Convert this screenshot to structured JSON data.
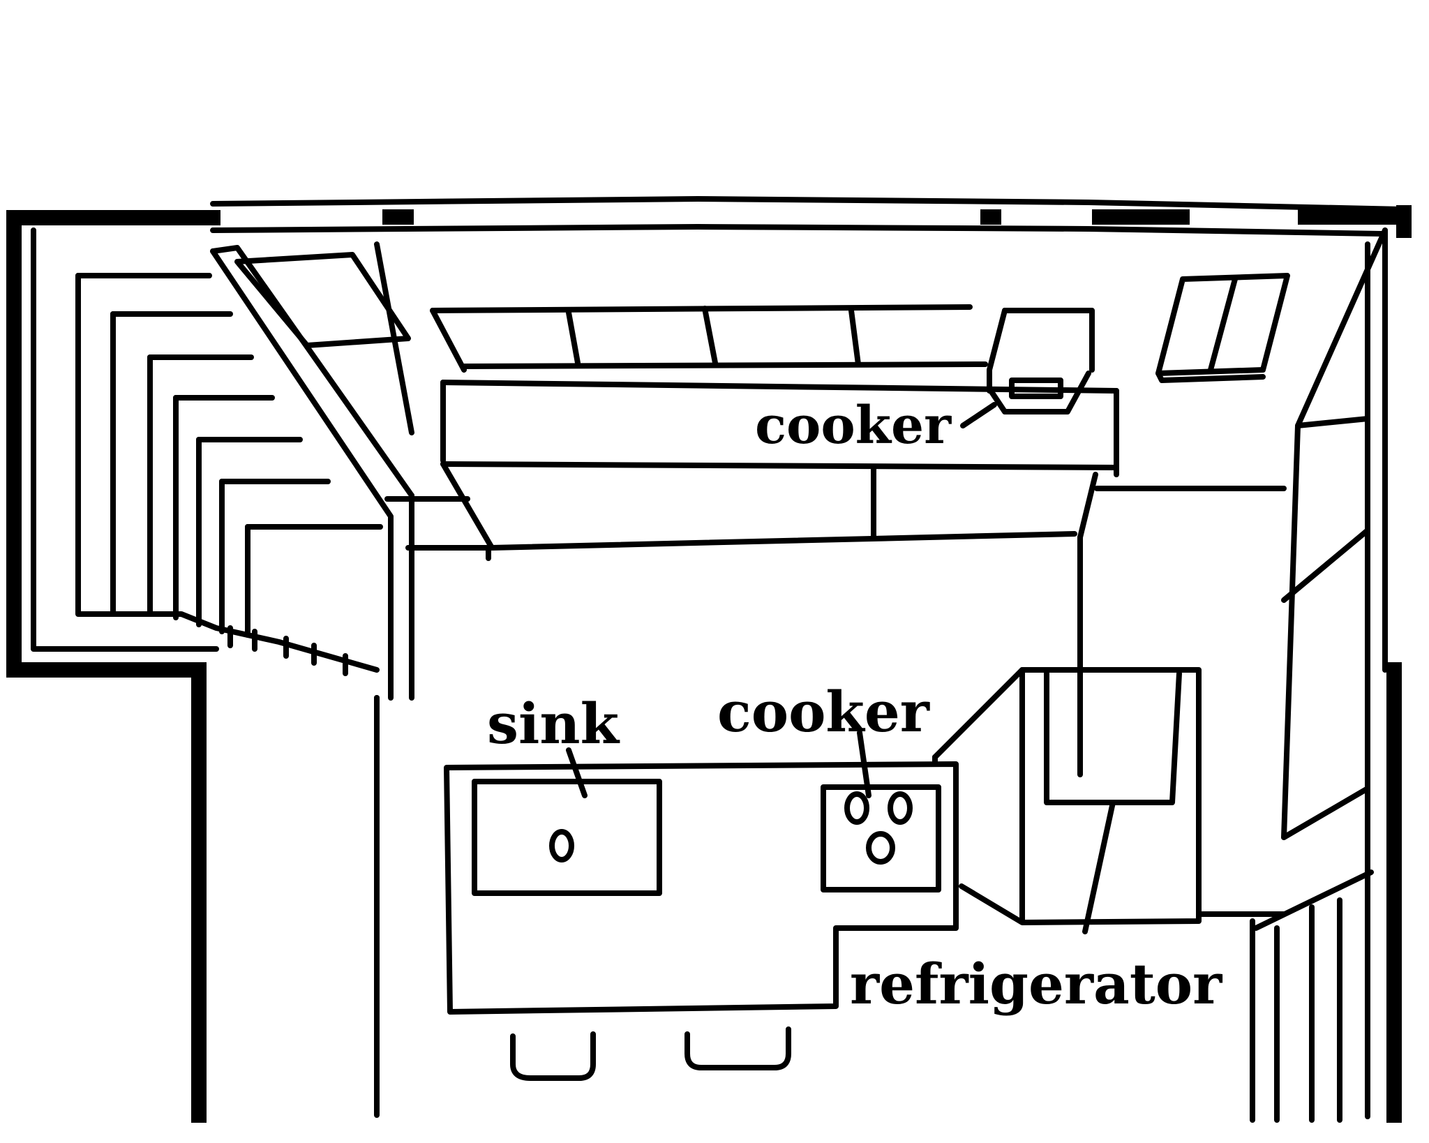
{
  "diagram": {
    "title": "",
    "labels": {
      "cooker_back": "cooker",
      "sink": "sink",
      "cooker_island": "cooker",
      "refrigerator": "refrigerator"
    },
    "colors": {
      "ink": "#000000",
      "paper": "#ffffff"
    }
  }
}
